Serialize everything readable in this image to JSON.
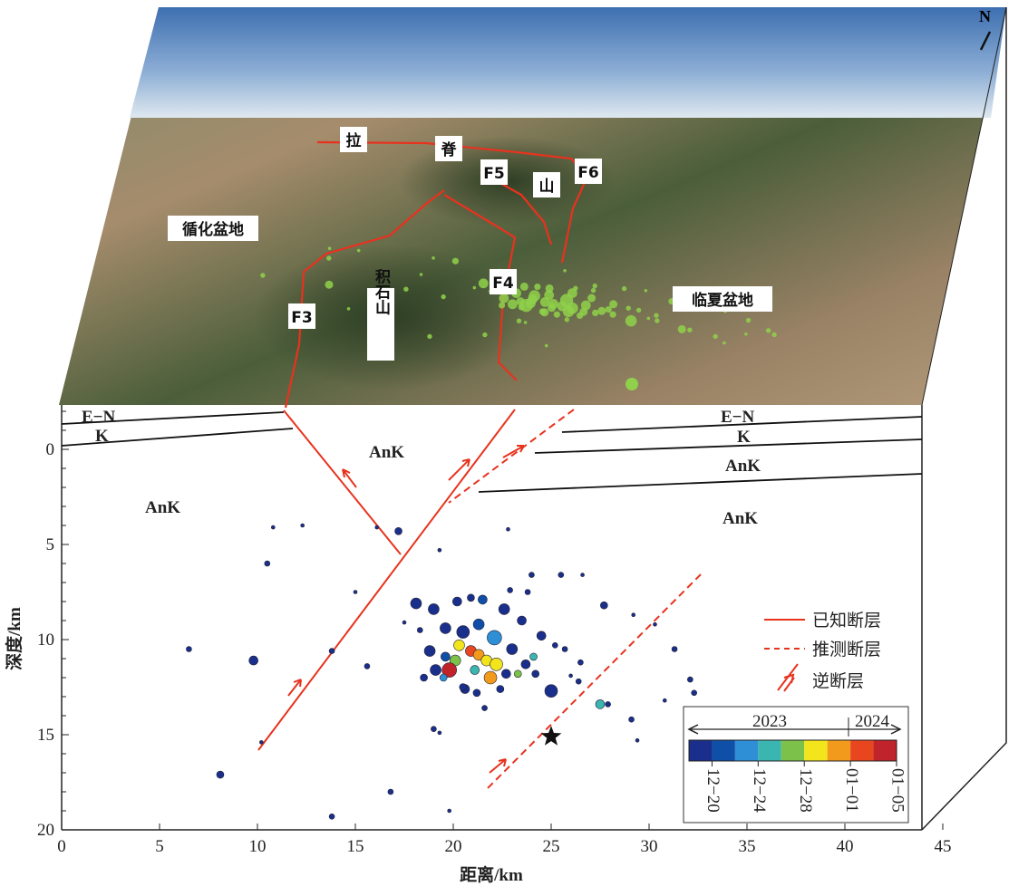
{
  "map_labels": {
    "la": "拉",
    "ji": "脊",
    "shan": "山",
    "f5": "F5",
    "f6": "F6",
    "xunhua": "循化盆地",
    "f3": "F3",
    "jishishan": "积石山",
    "f4": "F4",
    "linxia": "临夏盆地",
    "north": "N"
  },
  "strata": {
    "en_left": "E−N",
    "k_left": "K",
    "ank_left": "AnK",
    "ank_mid": "AnK",
    "en_right": "E−N",
    "k_right": "K",
    "ank_right1": "AnK",
    "ank_right2": "AnK"
  },
  "legend": {
    "known": "已知断层",
    "inferred": "推测断层",
    "thrust": "逆断层"
  },
  "colorbar": {
    "year1": "2023",
    "year2": "2024",
    "ticks": [
      "12−20",
      "12−24",
      "12−28",
      "01−01",
      "01−05"
    ],
    "colors": [
      "#1a2f8c",
      "#0f4fa8",
      "#2e8fd6",
      "#3bb5b0",
      "#7cc24a",
      "#f2e51c",
      "#f29a1c",
      "#e8461e",
      "#c0232a"
    ]
  },
  "chart_data": {
    "type": "scatter",
    "xlabel": "距离/km",
    "ylabel": "深度/km",
    "xlim": [
      0,
      45
    ],
    "ylim": [
      20,
      -2
    ],
    "xticks": [
      "0",
      "5",
      "10",
      "15",
      "20",
      "25",
      "30",
      "35",
      "40",
      "45"
    ],
    "yticks": [
      "0",
      "5",
      "10",
      "15",
      "20"
    ],
    "mainshock": [
      25,
      15.1
    ],
    "events": [
      [
        10.8,
        4.1,
        2,
        0
      ],
      [
        12.3,
        4,
        2,
        0
      ],
      [
        16.1,
        4.1,
        2,
        0
      ],
      [
        17.2,
        4.3,
        4,
        0
      ],
      [
        10.5,
        6,
        3,
        0
      ],
      [
        22.8,
        4.2,
        2,
        0
      ],
      [
        19.3,
        5.3,
        2,
        0
      ],
      [
        15,
        7.5,
        2,
        0
      ],
      [
        6.5,
        10.5,
        3,
        0
      ],
      [
        9.8,
        11.1,
        5,
        0
      ],
      [
        13.8,
        10.6,
        3,
        0
      ],
      [
        15.6,
        11.4,
        3,
        0
      ],
      [
        8.1,
        17.1,
        4,
        0
      ],
      [
        13.8,
        19.3,
        3,
        0
      ],
      [
        16.8,
        18,
        3,
        0
      ],
      [
        19.8,
        19,
        2,
        0
      ],
      [
        10.2,
        15.4,
        2,
        0
      ],
      [
        27.7,
        8.2,
        4,
        0
      ],
      [
        29.2,
        8.7,
        2,
        0
      ],
      [
        30.3,
        9.2,
        2,
        0
      ],
      [
        31.3,
        10.5,
        3,
        0
      ],
      [
        32.1,
        12.1,
        3,
        0
      ],
      [
        32.3,
        12.8,
        3,
        0
      ],
      [
        30.8,
        13.2,
        2,
        0
      ],
      [
        29.1,
        14.2,
        3,
        0
      ],
      [
        29.4,
        15.3,
        2,
        0
      ],
      [
        25,
        12.7,
        7,
        0
      ],
      [
        26.5,
        11.2,
        3,
        0
      ],
      [
        27.9,
        13.4,
        3,
        0
      ],
      [
        27.5,
        13.4,
        5,
        3
      ],
      [
        19,
        14.7,
        3,
        0
      ],
      [
        19.3,
        14.9,
        2,
        0
      ],
      [
        21.6,
        13.6,
        3,
        0
      ],
      [
        18.3,
        9.5,
        3,
        0
      ],
      [
        19,
        8.4,
        6,
        0
      ],
      [
        20.2,
        8,
        5,
        0
      ],
      [
        21.5,
        7.9,
        5,
        1
      ],
      [
        22.6,
        8.4,
        6,
        0
      ],
      [
        23.5,
        9,
        5,
        0
      ],
      [
        24.5,
        9.8,
        5,
        0
      ],
      [
        25.2,
        10.3,
        3,
        0
      ],
      [
        18.8,
        10.6,
        6,
        0
      ],
      [
        19.6,
        9.4,
        6,
        0
      ],
      [
        20.5,
        9.6,
        7,
        0
      ],
      [
        21.3,
        9.2,
        6,
        1
      ],
      [
        22.1,
        9.9,
        8,
        2
      ],
      [
        23,
        10.5,
        6,
        0
      ],
      [
        23.7,
        11.3,
        5,
        0
      ],
      [
        24.1,
        10.9,
        4,
        3
      ],
      [
        19.1,
        11.6,
        6,
        0
      ],
      [
        20.1,
        11.1,
        6,
        4
      ],
      [
        20.9,
        10.6,
        6,
        7
      ],
      [
        21.3,
        10.8,
        6,
        6
      ],
      [
        21.7,
        11.1,
        6,
        5
      ],
      [
        22.2,
        11.3,
        7,
        5
      ],
      [
        21.9,
        12,
        7,
        6
      ],
      [
        19.8,
        11.6,
        8,
        8
      ],
      [
        20.3,
        10.3,
        6,
        5
      ],
      [
        21.1,
        11.6,
        5,
        3
      ],
      [
        22.7,
        11.8,
        5,
        0
      ],
      [
        23.3,
        11.8,
        4,
        4
      ],
      [
        20.6,
        12.6,
        5,
        0
      ],
      [
        21.2,
        12.8,
        4,
        0
      ],
      [
        19.6,
        10.9,
        5,
        1
      ],
      [
        18.5,
        12,
        4,
        0
      ],
      [
        22.9,
        7.4,
        3,
        0
      ],
      [
        24,
        6.6,
        3,
        0
      ],
      [
        25.5,
        6.6,
        3,
        0
      ],
      [
        26.6,
        6.6,
        2,
        0
      ],
      [
        24.2,
        11.8,
        4,
        0
      ],
      [
        25.7,
        10.5,
        3,
        0
      ],
      [
        26.4,
        12.2,
        3,
        0
      ],
      [
        26,
        11.9,
        2,
        0
      ],
      [
        22.4,
        12.6,
        4,
        0
      ],
      [
        20.5,
        12.5,
        4,
        0
      ],
      [
        23.8,
        7.5,
        3,
        0
      ],
      [
        20.9,
        7.8,
        4,
        0
      ],
      [
        18.1,
        8.1,
        6,
        0
      ],
      [
        19.5,
        12,
        4,
        2
      ],
      [
        17.5,
        9.1,
        2,
        0
      ]
    ]
  }
}
